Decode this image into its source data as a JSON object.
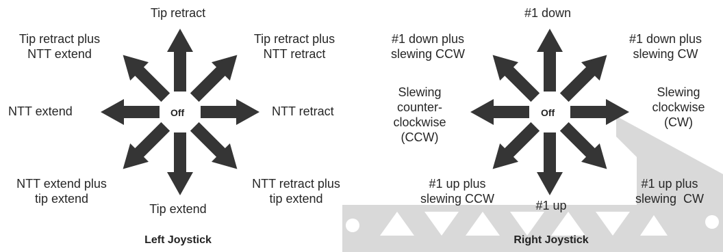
{
  "colors": {
    "arrow": "#353535",
    "text": "#262626",
    "watermark": "#d9d9d9"
  },
  "left_joystick": {
    "caption": "Left Joystick",
    "center": "Off",
    "up": "Tip retract",
    "up_left": "Tip retract plus\nNTT extend",
    "up_right": "Tip retract plus\nNTT retract",
    "left": "NTT extend",
    "right": "NTT retract",
    "down_left": "NTT extend plus\ntip extend",
    "down": "Tip extend",
    "down_right": "NTT retract plus\ntip extend"
  },
  "right_joystick": {
    "caption": "Right Joystick",
    "center": "Off",
    "up": "#1 down",
    "up_left": "#1 down plus\nslewing CCW",
    "up_right": "#1 down plus\nslewing CW",
    "left": "Slewing\ncounter-\nclockwise\n(CCW)",
    "right": "Slewing\nclockwise\n(CW)",
    "down_left": "#1 up plus\nslewing CCW",
    "down": "#1 up",
    "down_right": "#1 up plus\nslewing  CW"
  }
}
